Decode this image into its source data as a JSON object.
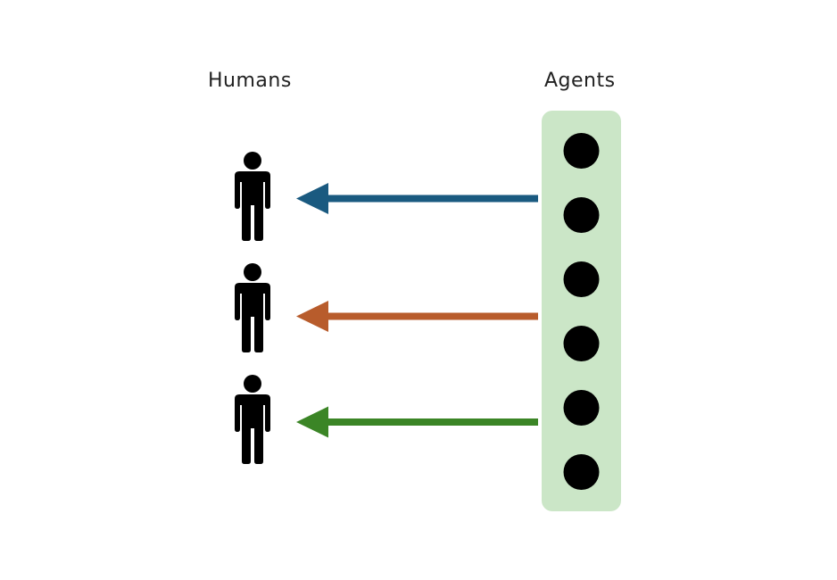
{
  "headings": {
    "humans": "Humans",
    "agents": "Agents"
  },
  "humans": [
    {
      "icon": "person-icon"
    },
    {
      "icon": "person-icon"
    },
    {
      "icon": "person-icon"
    }
  ],
  "agents": {
    "panel_color": "#cbe6c7",
    "node_color": "#000000",
    "node_count": 6
  },
  "arrows": [
    {
      "from": "agents",
      "to": "human-1",
      "color": "#1a5a80"
    },
    {
      "from": "agents",
      "to": "human-2",
      "color": "#b85c2c"
    },
    {
      "from": "agents",
      "to": "human-3",
      "color": "#3b8526"
    }
  ]
}
